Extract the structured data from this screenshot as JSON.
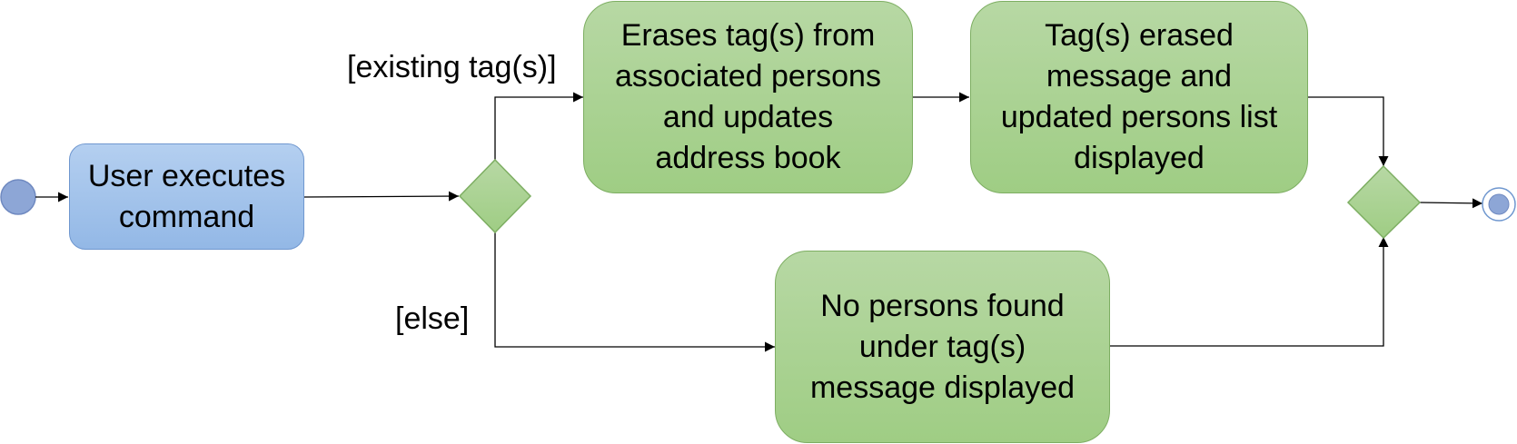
{
  "colors": {
    "start_node": "#8da6d6",
    "blue_action": "#a6c4ec",
    "green_action": "#a9d28f",
    "diamond": "#a9d28f",
    "edges": "#000000"
  },
  "nodes": {
    "user_executes": [
      "User executes",
      "command"
    ],
    "erase_tags": [
      "Erases tag(s) from",
      "associated persons",
      "and updates",
      "address book"
    ],
    "tags_erased_message": [
      "Tag(s) erased",
      "message and",
      "updated persons list",
      "displayed"
    ],
    "no_persons_message": [
      "No persons found",
      "under tag(s)",
      "message displayed"
    ]
  },
  "guards": {
    "existing": "[existing tag(s)]",
    "else": "[else]"
  }
}
